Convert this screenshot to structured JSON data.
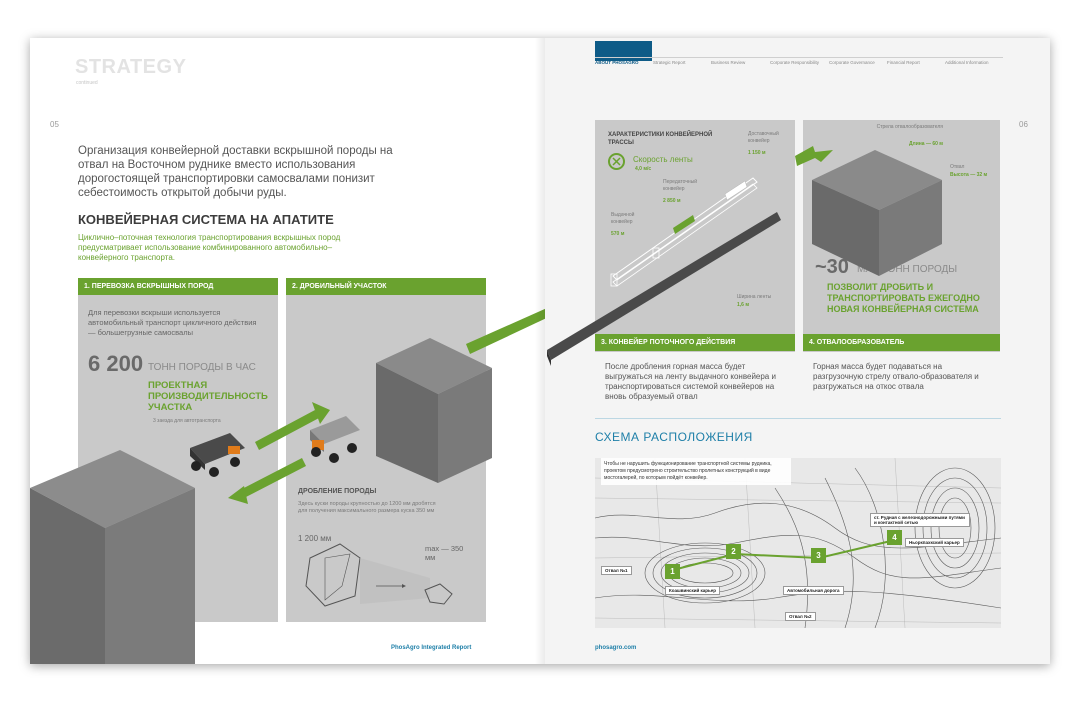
{
  "left": {
    "section_title": "STRATEGY",
    "section_subtitle": "continued",
    "page_number": "05",
    "lead_text": "Организация конвейерной доставки вскрышной породы на отвал на Восточном руднике вместо использования дорогостоящей транспортировки самосвалами понизит себестоимость открытой добычи руды.",
    "heading": "КОНВЕЙЕРНАЯ СИСТЕМА НА АПАТИТЕ",
    "subheading": "Циклично–поточная технология транспортирования вскрышных пород предусматривает использование комбинированного автомобильно–конвейерного транспорта.",
    "step1": {
      "title": "1. ПЕРЕВОЗКА ВСКРЫШНЫХ ПОРОД",
      "body": "Для перевозки вскрыши используется автомобильный транспорт цикличного действия — большегрузные самосвалы",
      "number": "6 200",
      "unit": "ТОНН ПОРОДЫ В ЧАС",
      "highlight": "ПРОЕКТНАЯ ПРОИЗВОДИТЕЛЬНОСТЬ УЧАСТКА",
      "note": "3 заезда для автотранспорта"
    },
    "step2": {
      "title": "2. ДРОБИЛЬНЫЙ УЧАСТОК",
      "crush_title": "ДРОБЛЕНИЕ ПОРОДЫ",
      "crush_body": "Здесь куски породы крупностью до 1200 мм дробятся для получения максимального размера куска 350 мм",
      "size_in": "1 200 мм",
      "size_out": "max — 350 мм"
    },
    "footer": "PhosAgro Integrated Report"
  },
  "right": {
    "page_number": "06",
    "nav": [
      {
        "label": "ABOUT PHOSAGRO",
        "active": true
      },
      {
        "label": "Strategic Report",
        "active": false
      },
      {
        "label": "Business Review",
        "active": false
      },
      {
        "label": "Corporate Responsibility",
        "active": false
      },
      {
        "label": "Corporate Governance",
        "active": false
      },
      {
        "label": "Financial Report",
        "active": false
      },
      {
        "label": "Additional Information",
        "active": false
      }
    ],
    "track": {
      "title": "ХАРАКТЕРИСТИКИ КОНВЕЙЕРНОЙ ТРАССЫ",
      "speed_label": "Скорость ленты",
      "speed_value": "4,0 м/с",
      "dist_label": "Доставочный конвейер",
      "dist_value": "1 150 м",
      "transfer_label": "Передаточный конвейер",
      "transfer_value": "2 850 м",
      "out_label": "Выдачной конвейер",
      "out_value": "570 м",
      "width_label": "Ширина ленты",
      "width_value": "1,6 м"
    },
    "dump": {
      "boom_label": "Стрела отвалообразователя",
      "boom_value": "Длина — 60 м",
      "height_label": "Отвал",
      "height_value": "Высота — 32 м",
      "number": "~30",
      "unit": "МЛН ТОНН ПОРОДЫ",
      "highlight": "ПОЗВОЛИТ ДРОБИТЬ И ТРАНСПОРТИРОВАТЬ ЕЖЕГОДНО НОВАЯ КОНВЕЙЕРНАЯ СИСТЕМА"
    },
    "step3": {
      "title": "3. КОНВЕЙЕР ПОТОЧНОГО ДЕЙСТВИЯ",
      "body": "После дробления горная масса будет выгружаться на ленту выдачного конвейера и транспортироваться системой конвейеров на вновь образуемый отвал"
    },
    "step4": {
      "title": "4. ОТВАЛООБРАЗОВАТЕЛЬ",
      "body": "Горная масса будет подаваться на разгрузочную стрелу отвало-образователя и разгружаться на откос отвала"
    },
    "scheme": {
      "title": "СХЕМА РАСПОЛОЖЕНИЯ",
      "note": "Чтобы не нарушить функционирование транспортной системы рудника, проектом предусмотрено строительство пролетных конструкций в виде мостогалерей, по которым пойдёт конвейер.",
      "markers": [
        "1",
        "2",
        "3",
        "4"
      ],
      "labels": {
        "quarry1": "Коашвинский карьер",
        "road": "Автомобильная дорога",
        "quarry2": "Ньоркпахкский карьер",
        "rail": "ст. Рудная с железнодорожными путями и контактной сетью",
        "dump1": "Отвал №1",
        "dump2": "Отвал №2"
      }
    },
    "footer": "phosagro.com"
  },
  "colors": {
    "green": "#6aa22f",
    "gray_panel": "#c9c9c9",
    "blue": "#1e7fa8",
    "nav_active": "#0e5b87"
  },
  "icons": [
    "truck-icon",
    "crusher-box-icon",
    "conveyor-belt-icon",
    "dump-box-icon",
    "green-arrow-icon",
    "speed-icon"
  ]
}
